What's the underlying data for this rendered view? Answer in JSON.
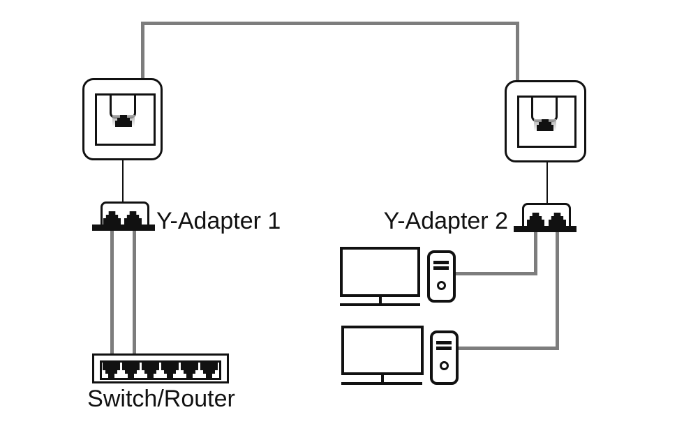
{
  "title": "Network wiring diagram with two RJ45 Y-adapters",
  "colors": {
    "background": "#ffffff",
    "outline": "#111111",
    "cable": "#7d7d7d",
    "text": "#111111"
  },
  "labels": {
    "y_adapter_1": "Y-Adapter 1",
    "y_adapter_2": "Y-Adapter 2",
    "switch_router": "Switch/Router"
  },
  "nodes": [
    {
      "id": "wall-socket-left",
      "type": "ethernet-wall-socket",
      "ports": 1
    },
    {
      "id": "wall-socket-right",
      "type": "ethernet-wall-socket",
      "ports": 1
    },
    {
      "id": "y-adapter-1",
      "type": "rj45-y-adapter",
      "label": "Y-Adapter 1",
      "ports": 2
    },
    {
      "id": "y-adapter-2",
      "type": "rj45-y-adapter",
      "label": "Y-Adapter 2",
      "ports": 2
    },
    {
      "id": "switch-router",
      "type": "network-switch",
      "label": "Switch/Router",
      "ports": 6
    },
    {
      "id": "computer-1",
      "type": "desktop-computer"
    },
    {
      "id": "computer-2",
      "type": "desktop-computer"
    }
  ],
  "connections": [
    {
      "from": "wall-socket-left",
      "to": "wall-socket-right",
      "style": "gray-cable"
    },
    {
      "from": "wall-socket-left",
      "to": "y-adapter-1",
      "style": "thin-line"
    },
    {
      "from": "wall-socket-right",
      "to": "y-adapter-2",
      "style": "thin-line"
    },
    {
      "from": "y-adapter-1.port-1",
      "to": "switch-router.port-1",
      "style": "gray-cable"
    },
    {
      "from": "y-adapter-1.port-2",
      "to": "switch-router.port-2",
      "style": "gray-cable"
    },
    {
      "from": "y-adapter-2.port-1",
      "to": "computer-1",
      "style": "gray-cable"
    },
    {
      "from": "y-adapter-2.port-2",
      "to": "computer-2",
      "style": "gray-cable"
    }
  ]
}
